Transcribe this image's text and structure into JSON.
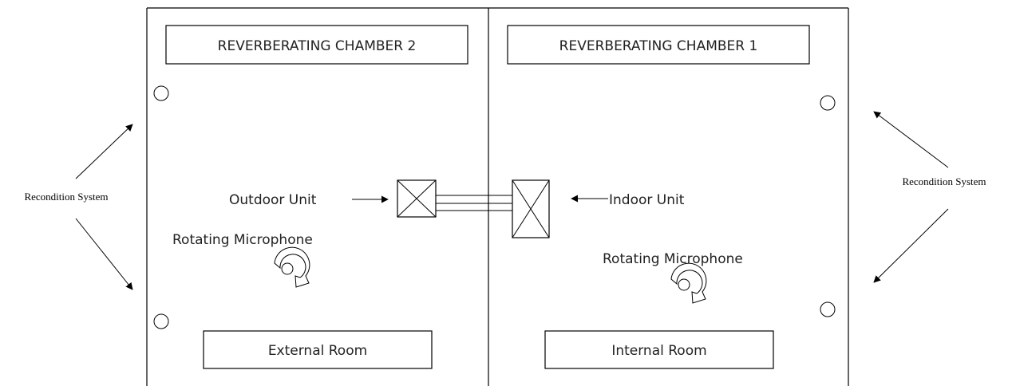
{
  "chambers": {
    "left": {
      "title": "REVERBERATING CHAMBER 2",
      "room": "External Room",
      "unit_label": "Outdoor Unit",
      "mic_label": "Rotating Microphone"
    },
    "right": {
      "title": "REVERBERATING CHAMBER 1",
      "room": "Internal Room",
      "unit_label": "Indoor Unit",
      "mic_label": "Rotating Microphone"
    }
  },
  "recondition": {
    "left": "Recondition System",
    "right": "Recondition System"
  }
}
